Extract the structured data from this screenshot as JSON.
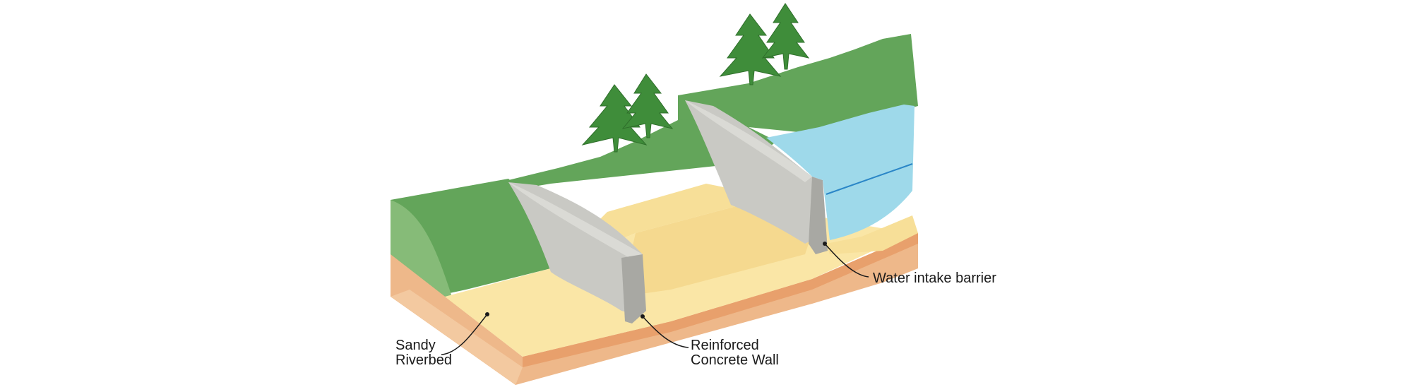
{
  "labels": {
    "sandy_riverbed": [
      "Sandy",
      "Riverbed"
    ],
    "reinforced_wall": [
      "Reinforced",
      "Concrete Wall"
    ],
    "water_barrier": "Water intake barrier"
  },
  "colors": {
    "grass": "#63a55a",
    "grass_side": "#86bb78",
    "soil": "#eeb88a",
    "soil_dark": "#e8a06c",
    "sand": "#fae6a6",
    "sand_mid": "#f5d98f",
    "concrete": "#c9c9c4",
    "concrete_dark": "#a8a8a3",
    "water": "#9ed9ea",
    "tree": "#3f8d3a"
  },
  "icons": {
    "trees": "tree-icon"
  }
}
